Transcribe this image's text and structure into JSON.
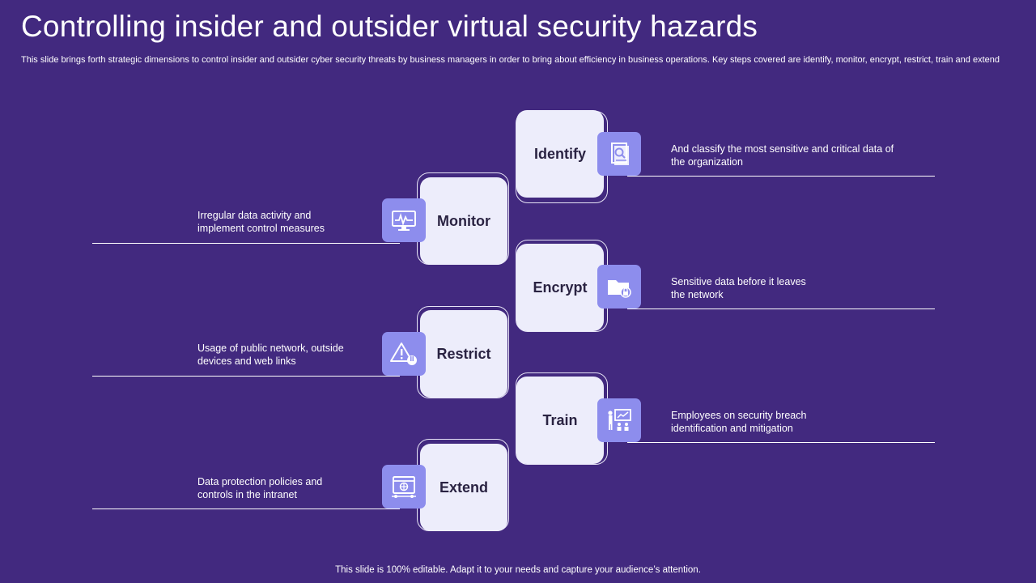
{
  "title": "Controlling insider and outsider virtual security hazards",
  "subtitle": "This slide brings forth strategic dimensions to control insider and outsider cyber security threats by business managers in order to bring about efficiency in business operations. Key steps covered are identify, monitor, encrypt, restrict, train and extend",
  "steps": [
    {
      "label": "Identify",
      "description_line1": "And classify the most sensitive and critical data of",
      "description_line2": "the organization",
      "icon": "document-search-icon"
    },
    {
      "label": "Monitor",
      "description_line1": "Irregular data activity and",
      "description_line2": "implement control measures",
      "icon": "monitor-activity-icon"
    },
    {
      "label": "Encrypt",
      "description_line1": "Sensitive data before it leaves",
      "description_line2": "the network",
      "icon": "folder-lock-icon"
    },
    {
      "label": "Restrict",
      "description_line1": "Usage of public network, outside",
      "description_line2": "devices and web links",
      "icon": "warning-hand-icon"
    },
    {
      "label": "Train",
      "description_line1": "Employees on security breach",
      "description_line2": "identification and mitigation",
      "icon": "presentation-training-icon"
    },
    {
      "label": "Extend",
      "description_line1": "Data protection policies and",
      "description_line2": "controls in the intranet",
      "icon": "web-network-icon"
    }
  ],
  "footer": "This slide is 100% editable. Adapt it to your needs and capture your audience’s attention.",
  "colors": {
    "background": "#42297f",
    "tile": "#ededfb",
    "badge": "#8d8ded",
    "text": "#ffffff"
  }
}
